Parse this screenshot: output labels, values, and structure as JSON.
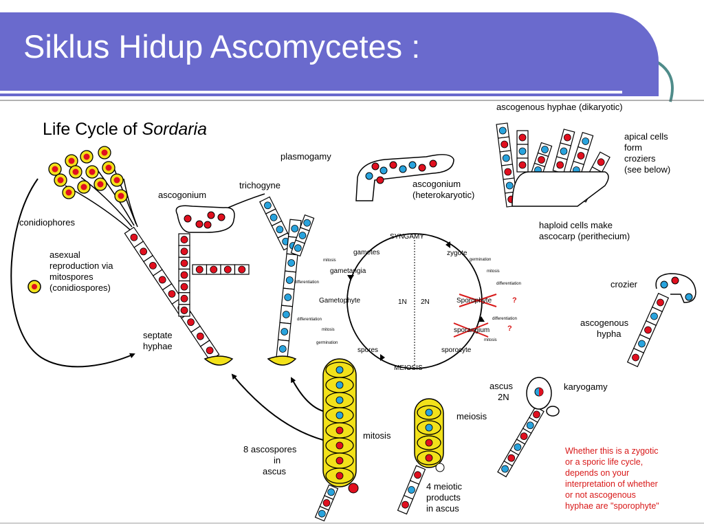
{
  "slide": {
    "title": "Siklus Hidup Ascomycetes :"
  },
  "diagram": {
    "heading_prefix": "Life Cycle of ",
    "heading_italic": "Sordaria",
    "labels": {
      "plasmogamy": "plasmogamy",
      "ascogenous_hyphae_dikaryotic": "ascogenous hyphae (dikaryotic)",
      "apical_1": "apical cells",
      "apical_2": "form",
      "apical_3": "croziers",
      "apical_4": "(see below)",
      "trichogyne": "trichogyne",
      "ascogonium": "ascogonium",
      "ascogonium_2": "ascogonium",
      "heterokaryotic": "(heterokaryotic)",
      "haploid_1": "haploid cells make",
      "haploid_2": "ascocarp (perithecium)",
      "conidiophores": "conidiophores",
      "asexual_1": "asexual",
      "asexual_2": "reproduction via",
      "asexual_3": "mitospores",
      "asexual_4": "(conidiospores)",
      "septate_1": "septate",
      "septate_2": "hyphae",
      "crozier": "crozier",
      "ascogenous_1": "ascogenous",
      "ascogenous_2": "hypha",
      "ascus": "ascus",
      "two_n": "2N",
      "karyogamy": "karyogamy",
      "meiosis": "meiosis",
      "mitosis": "mitosis",
      "ascospores_1": "8 ascospores",
      "ascospores_2": "in",
      "ascospores_3": "ascus",
      "meiotic_1": "4 meiotic",
      "meiotic_2": "products",
      "meiotic_3": "in ascus"
    },
    "cycle": {
      "syngamy": "SYNGAMY",
      "meiosis": "MEIOSIS",
      "zygote": "zygote",
      "germination_1": "germination",
      "mitosis_1": "mitosis",
      "differentiation_1": "differentiation",
      "sporophyte": "Sporophyte",
      "q1": "?",
      "differentiation_2": "differentiation",
      "sporangium": "sporangium",
      "q2": "?",
      "mitosis_2": "mitosis",
      "sporocyte": "sporocyte",
      "spores": "spores",
      "germination_2": "germination",
      "mitosis_3": "mitosis",
      "differentiation_3": "differentiation",
      "gametophyte": "Gametophyte",
      "differentiation_4": "differentiation",
      "gametangia": "gametangia",
      "mitosis_4": "mitosis",
      "gametes": "gametes",
      "one_n": "1N",
      "two_n": "2N"
    },
    "note": {
      "line1": "Whether this is a zygotic",
      "line2": "or a sporic life cycle,",
      "line3": "depends on your",
      "line4": "interpretation of whether",
      "line5": "or not ascogenous",
      "line6": "hyphae are \"sporophyte\""
    }
  },
  "colors": {
    "title_bar": "#6a6acd",
    "red_nucleus": "#e0101f",
    "blue_nucleus": "#29a3dd",
    "spore_yellow": "#f2e11a",
    "note_red": "#d81818",
    "deco_teal": "#4f8c8a"
  }
}
